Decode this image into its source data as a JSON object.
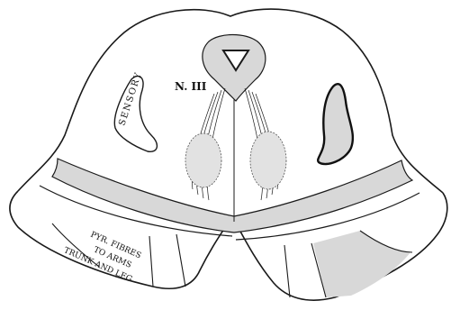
{
  "figure": {
    "nucleus_label": "N. III",
    "sensory_label": "SENSORY",
    "pyramidal_label_lines": [
      "PYR. FIBRES",
      "TO ARMS",
      "TRUNK AND LEG"
    ]
  },
  "colors": {
    "outline": "#1a1a1a",
    "shading": "#d8d8d8",
    "background": "#ffffff"
  }
}
